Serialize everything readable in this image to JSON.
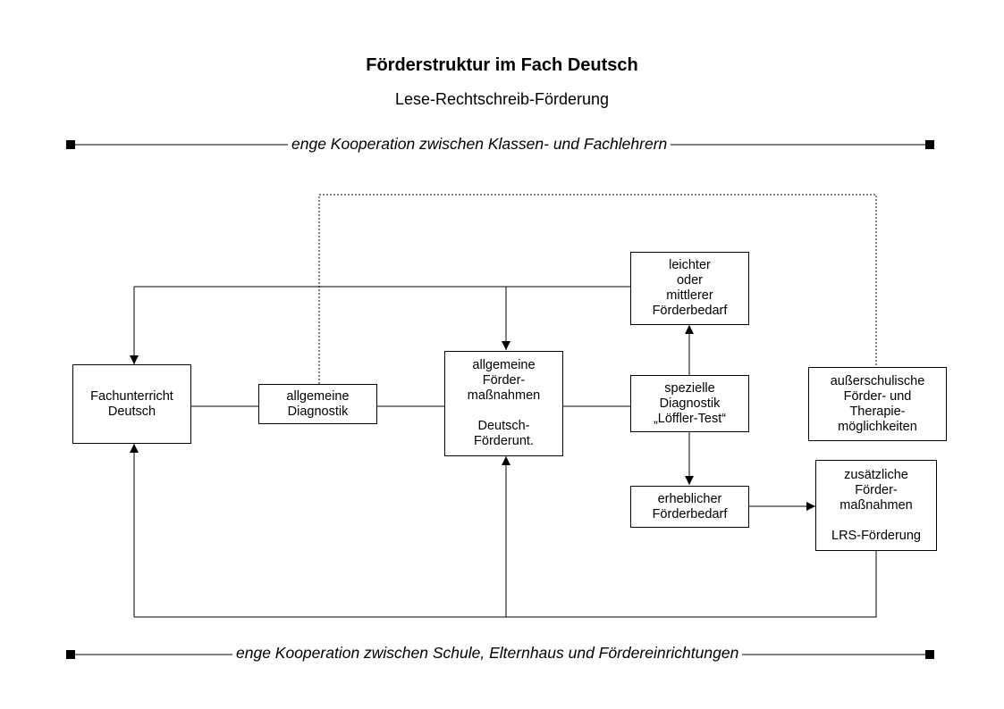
{
  "title": "Förderstruktur im Fach Deutsch",
  "subtitle": "Lese-Rechtschreib-Förderung",
  "banner_top": "enge Kooperation zwischen Klassen- und Fachlehrern",
  "banner_bottom": "enge Kooperation zwischen Schule, Elternhaus und Fördereinrichtungen",
  "boxes": {
    "fachunterricht": "Fachunterricht\nDeutsch",
    "allg_diagnostik": "allgemeine\nDiagnostik",
    "allg_massnahmen": "allgemeine\nFörder-\nmaßnahmen\n\nDeutsch-\nFörderunt.",
    "spez_diagnostik": "spezielle\nDiagnostik\n„Löffler-Test“",
    "leichter": "leichter\noder\nmittlerer\nFörderbedarf",
    "erheblicher": "erheblicher\nFörderbedarf",
    "ausserschulisch": "außerschulische\nFörder- und\nTherapie-\nmöglichkeiten",
    "zusaetzlich": "zusätzliche\nFörder-\nmaßnahmen\n\nLRS-Förderung"
  }
}
